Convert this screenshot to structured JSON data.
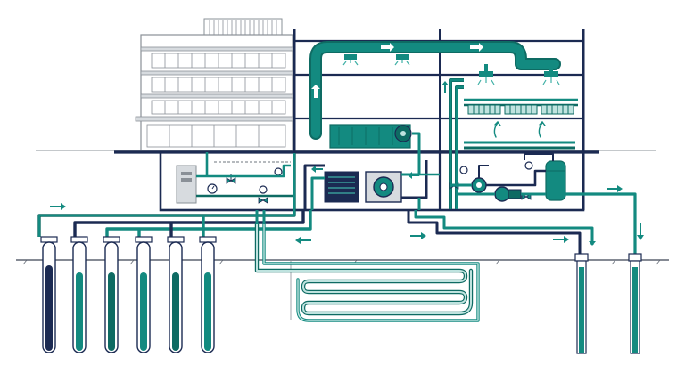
{
  "colors": {
    "navy": "#1b2a52",
    "teal": "#138a80",
    "teal_dark": "#0e6b63",
    "teal_light": "#3fb0a6",
    "teal_pale": "#bfe3df",
    "grey": "#8a9097",
    "grey_light": "#d7dbdf",
    "ground": "#5d6470",
    "background": "#ffffff"
  },
  "icons": {
    "flow_arrow": "arrow-icon",
    "ceiling_diffuser": "diffuser-icon",
    "floor_radiator": "radiator-icon",
    "heat_pump": "heat-pump-icon",
    "circulation_pump": "pump-icon",
    "expansion_tank": "tank-icon",
    "gauge": "gauge-icon",
    "valve": "valve-icon"
  },
  "system": {
    "vertical_borehole_count": 6,
    "horizontal_loop_runs": 5,
    "open_loop_wells": 2,
    "office_floors": 4
  }
}
